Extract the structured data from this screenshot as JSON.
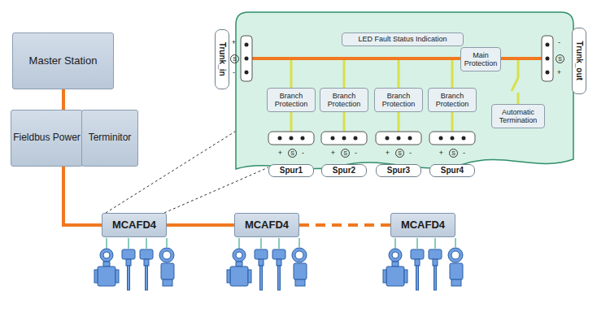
{
  "diagram": {
    "nodes": [
      {
        "text": [
          "Master Station"
        ]
      },
      {
        "text": [
          "Fieldbus Power"
        ]
      },
      {
        "text": [
          "Terminitor"
        ]
      },
      {
        "text": [
          "MCAFD4"
        ]
      },
      {
        "text": [
          "MCAFD4"
        ]
      },
      {
        "text": [
          "MCAFD4"
        ]
      },
      {
        "text": [
          "LED Fault Status Indication"
        ]
      },
      {
        "text": [
          "Main Protection"
        ]
      },
      {
        "text": [
          "Branch Protection"
        ]
      },
      {
        "text": [
          "Branch Protection"
        ]
      },
      {
        "text": [
          "Branch Protection"
        ]
      },
      {
        "text": [
          "Branch Protection"
        ]
      },
      {
        "text": [
          "Automatic Termination"
        ]
      },
      {
        "text": [
          "Trunk_in"
        ]
      },
      {
        "text": [
          "Trunk_out"
        ]
      },
      {
        "text": [
          "Spur1"
        ]
      },
      {
        "text": [
          "Spur2"
        ]
      },
      {
        "text": [
          "Spur3"
        ]
      },
      {
        "text": [
          "Spur4"
        ]
      }
    ],
    "edges": [
      {
        "from": 0,
        "to": 1,
        "arrow": "none"
      },
      {
        "from": 1,
        "to": 3,
        "arrow": "none"
      },
      {
        "from": 3,
        "to": 4,
        "arrow": "none"
      },
      {
        "from": 4,
        "to": 5,
        "arrow": "none"
      }
    ],
    "labels": [
      "+",
      "S",
      "-",
      "-",
      "S",
      "+",
      "+",
      "S",
      "-",
      "+",
      "S",
      "-",
      "+",
      "S",
      "-",
      "+",
      "S",
      "-"
    ]
  }
}
